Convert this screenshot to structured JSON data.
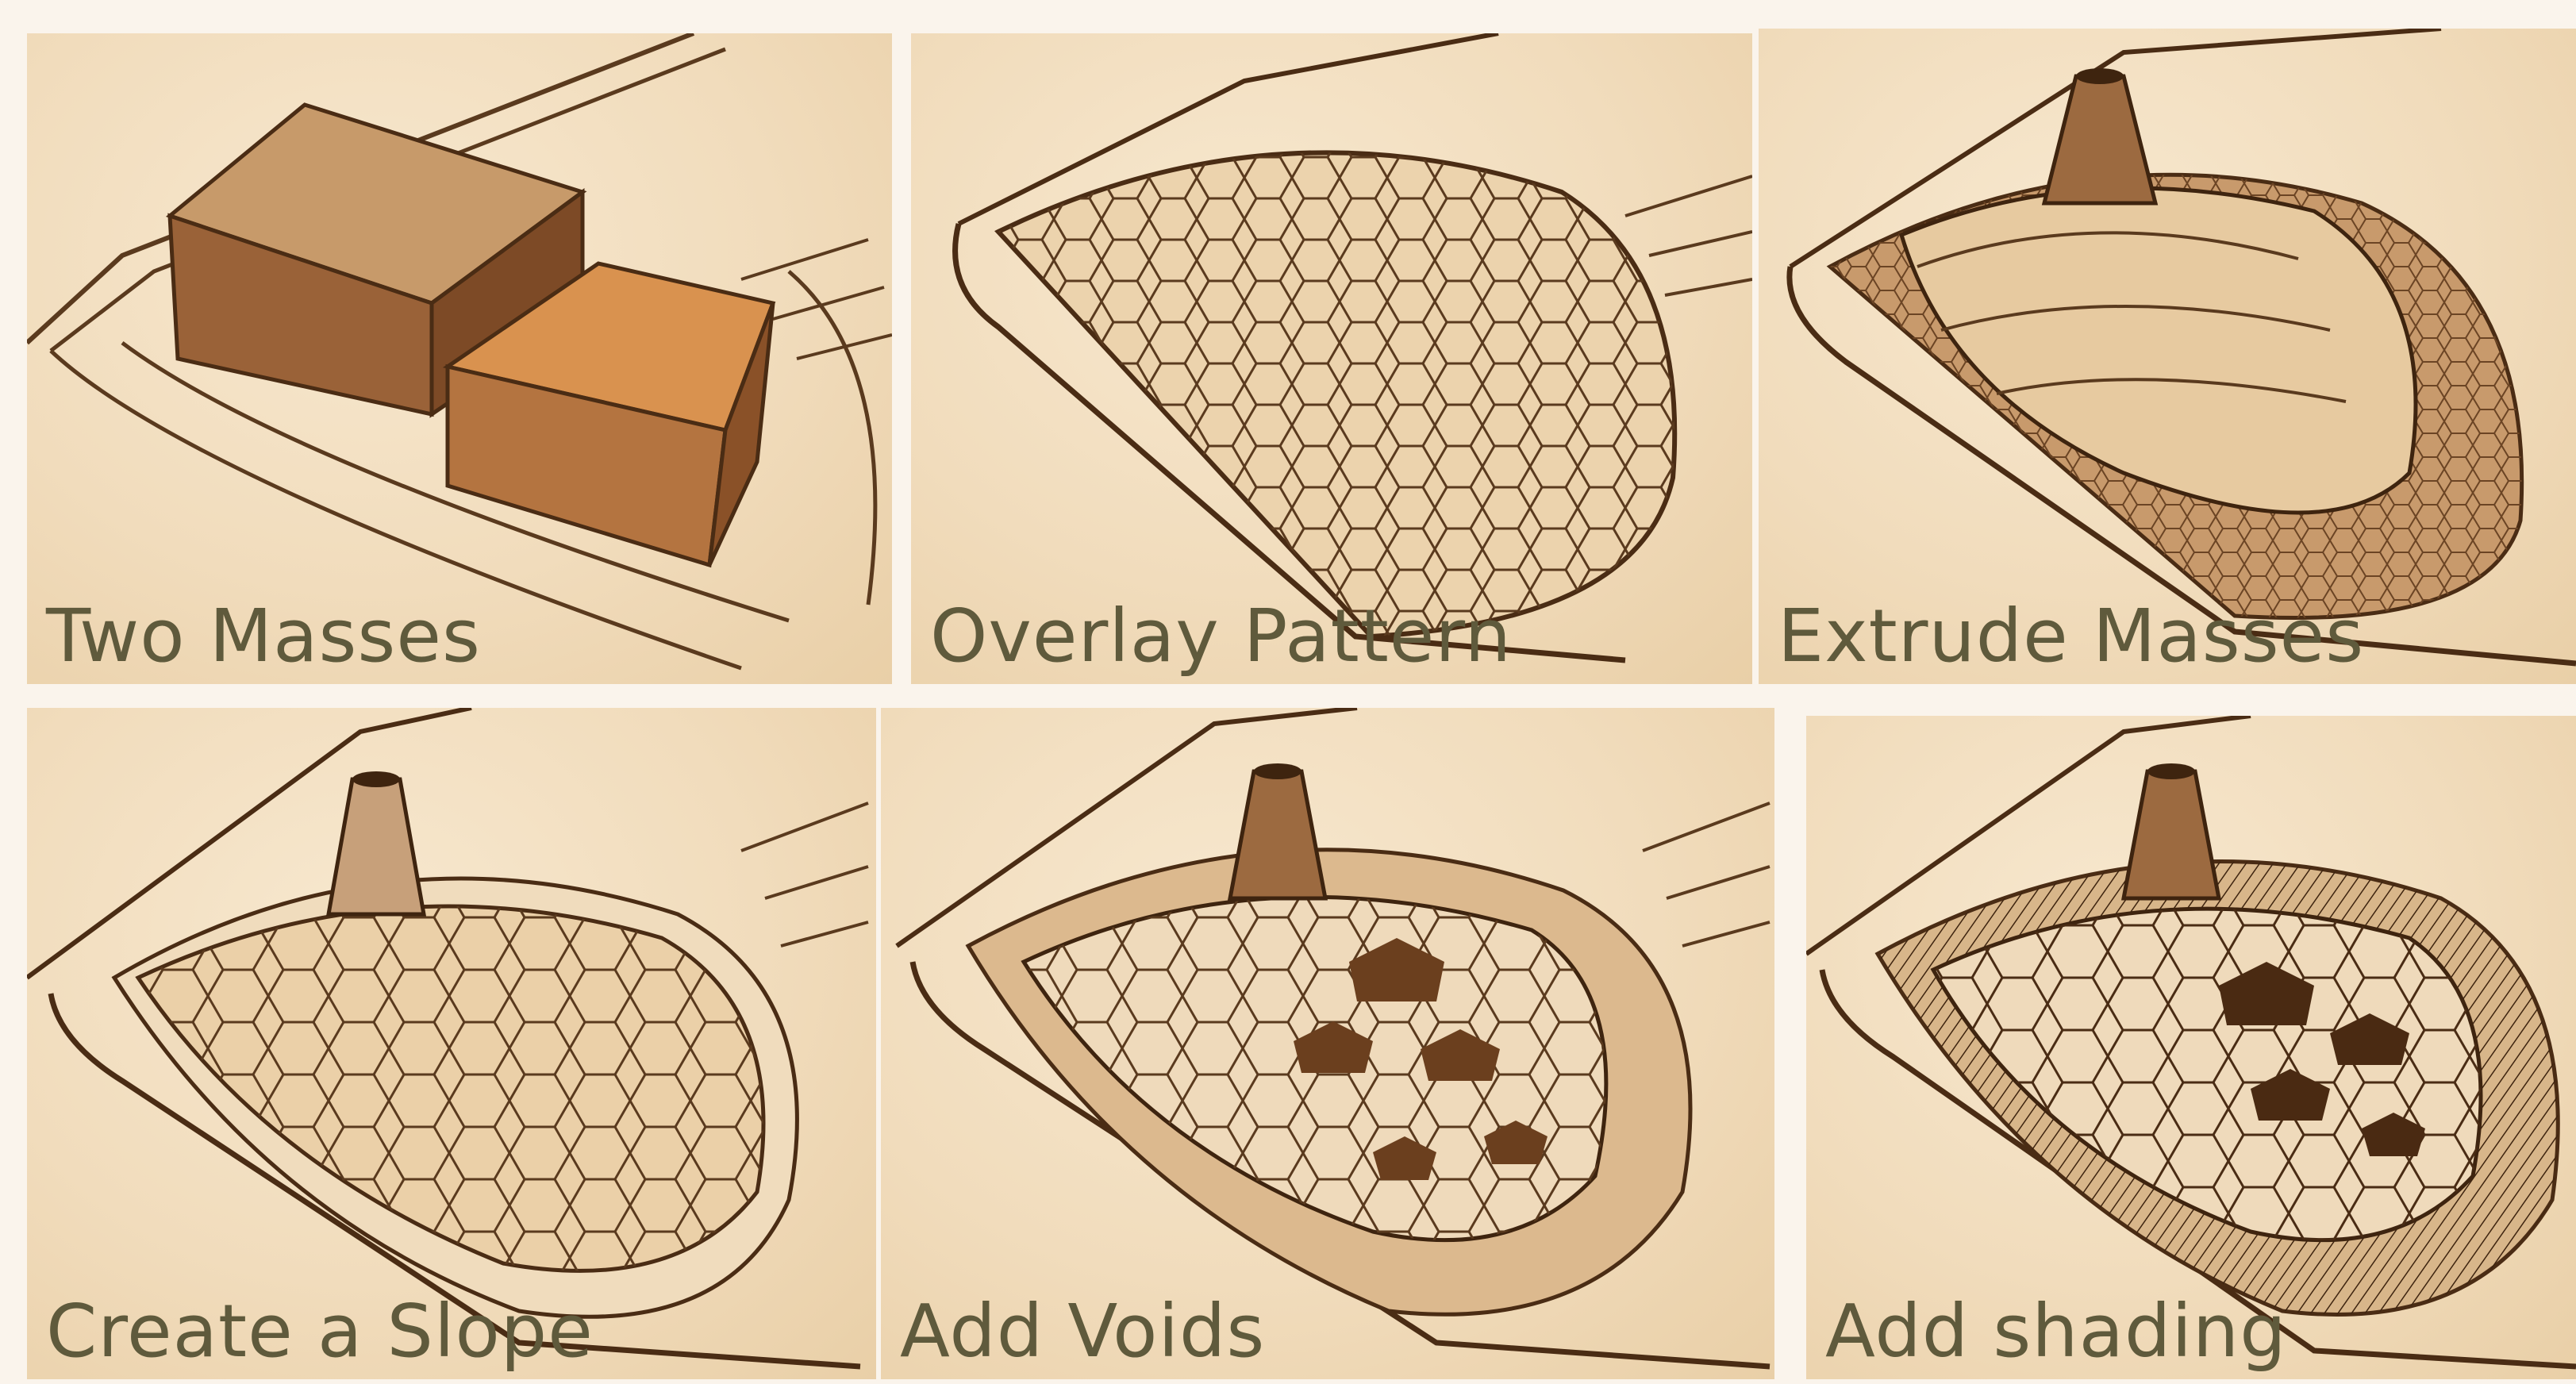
{
  "panels": [
    {
      "caption": "Two Masses"
    },
    {
      "caption": "Overlay Pattern"
    },
    {
      "caption": "Extrude Masses"
    },
    {
      "caption": "Create a Slope"
    },
    {
      "caption": "Add Voids"
    },
    {
      "caption": "Add shading"
    }
  ],
  "colors": {
    "paper": "#f1dcbc",
    "ink": "#5a3a1e",
    "wash": "#a9744a",
    "caption": "#5f5a3c"
  }
}
